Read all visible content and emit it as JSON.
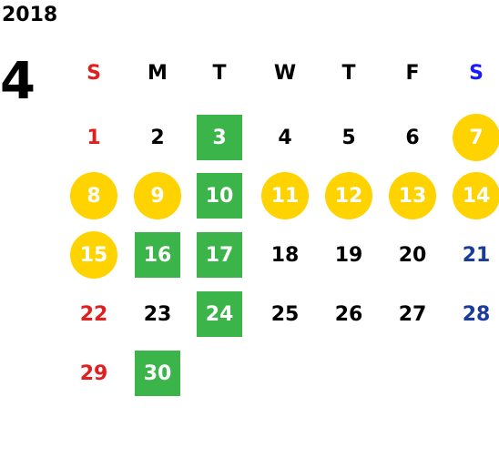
{
  "year": "2018",
  "month": "4",
  "colors": {
    "sunday": "#e02020",
    "saturday": "#1a3a9c",
    "saturday_header": "#1a1aff",
    "weekday": "#000000",
    "green": "#3bb44a",
    "yellow": "#ffd300"
  },
  "weekdays": [
    "S",
    "M",
    "T",
    "W",
    "T",
    "F",
    "S"
  ],
  "weeks": [
    [
      {
        "d": "1",
        "hl": ""
      },
      {
        "d": "2",
        "hl": ""
      },
      {
        "d": "3",
        "hl": "green"
      },
      {
        "d": "4",
        "hl": ""
      },
      {
        "d": "5",
        "hl": ""
      },
      {
        "d": "6",
        "hl": ""
      },
      {
        "d": "7",
        "hl": "yellow"
      }
    ],
    [
      {
        "d": "8",
        "hl": "yellow"
      },
      {
        "d": "9",
        "hl": "yellow"
      },
      {
        "d": "10",
        "hl": "green"
      },
      {
        "d": "11",
        "hl": "yellow"
      },
      {
        "d": "12",
        "hl": "yellow"
      },
      {
        "d": "13",
        "hl": "yellow"
      },
      {
        "d": "14",
        "hl": "yellow"
      }
    ],
    [
      {
        "d": "15",
        "hl": "yellow"
      },
      {
        "d": "16",
        "hl": "green"
      },
      {
        "d": "17",
        "hl": "green"
      },
      {
        "d": "18",
        "hl": ""
      },
      {
        "d": "19",
        "hl": ""
      },
      {
        "d": "20",
        "hl": ""
      },
      {
        "d": "21",
        "hl": ""
      }
    ],
    [
      {
        "d": "22",
        "hl": ""
      },
      {
        "d": "23",
        "hl": ""
      },
      {
        "d": "24",
        "hl": "green"
      },
      {
        "d": "25",
        "hl": ""
      },
      {
        "d": "26",
        "hl": ""
      },
      {
        "d": "27",
        "hl": ""
      },
      {
        "d": "28",
        "hl": ""
      }
    ],
    [
      {
        "d": "29",
        "hl": ""
      },
      {
        "d": "30",
        "hl": "green"
      }
    ]
  ]
}
